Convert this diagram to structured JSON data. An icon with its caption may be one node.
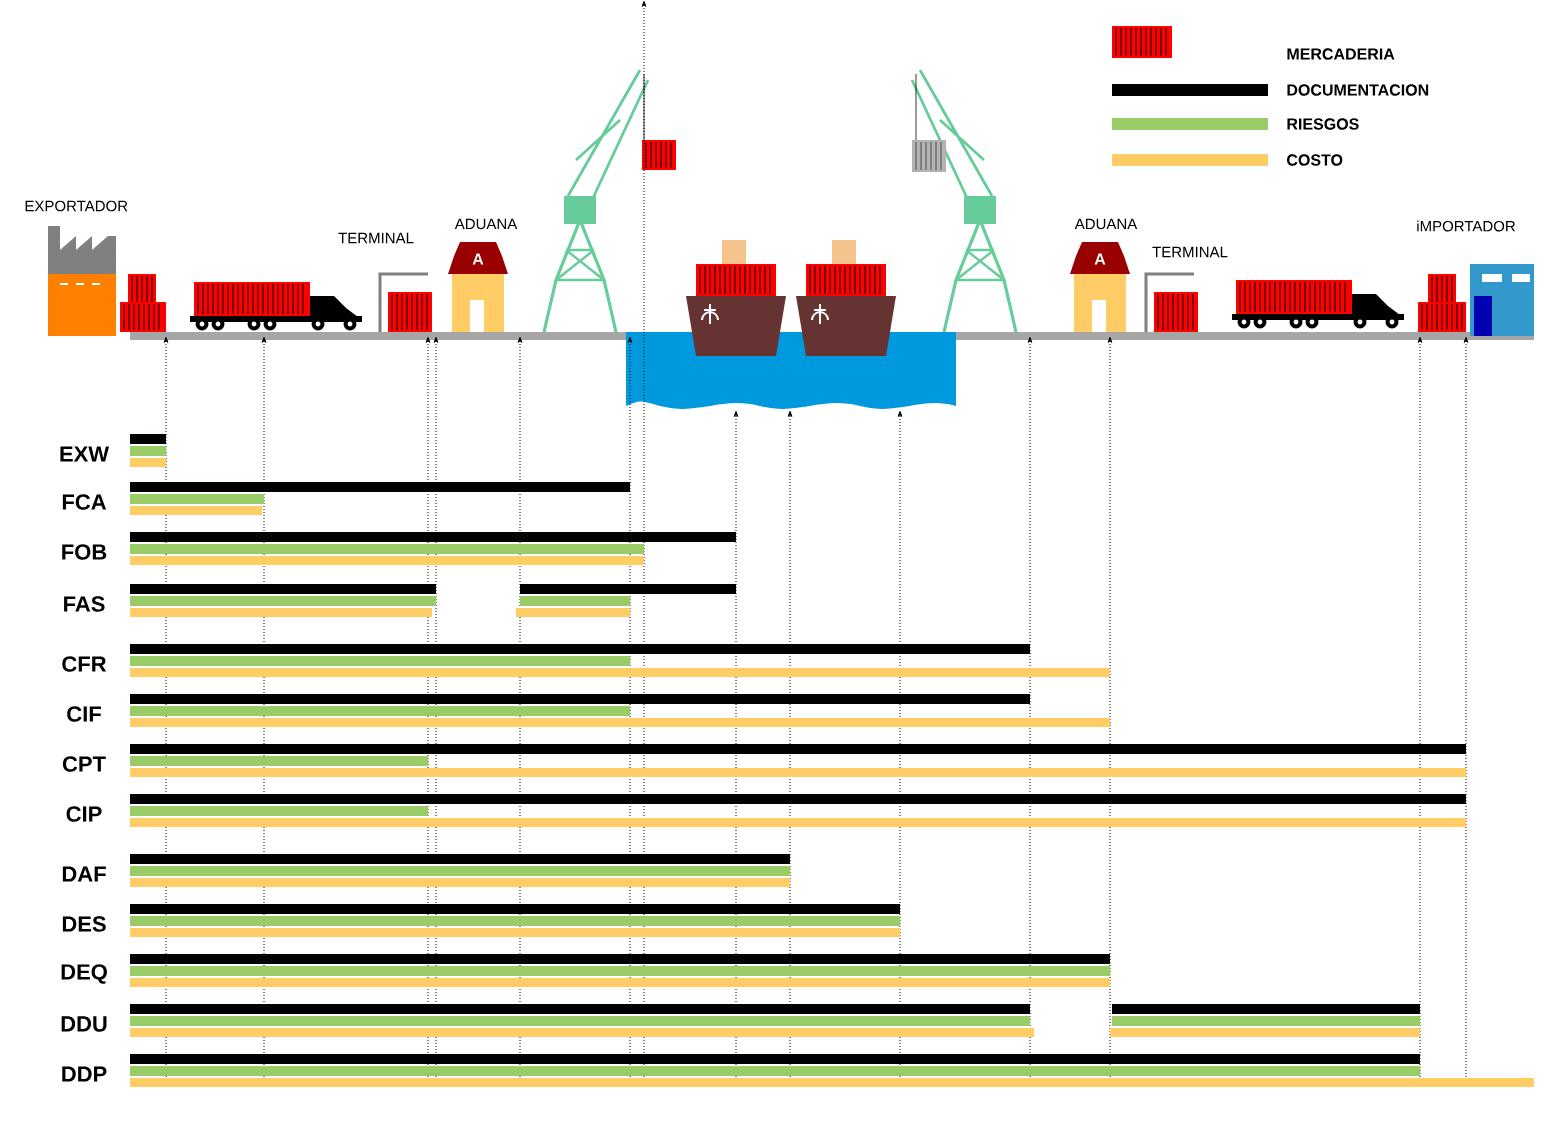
{
  "diagram": {
    "labels": [
      "EXPORTADOR",
      "TERMINAL",
      "ADUANA",
      "A",
      "ADUANA",
      "A",
      "TERMINAL",
      "iMPORTADOR",
      "EXW",
      "FCA",
      "FOB",
      "FAS",
      "CFR",
      "CIF",
      "CPT",
      "CIP",
      "DAF",
      "DES",
      "DEQ",
      "DDU",
      "DDP"
    ],
    "legend": [
      {
        "text": "MERCADERIA"
      },
      {
        "text": "DOCUMENTACION",
        "color": "#000000"
      },
      {
        "text": "RIESGOS",
        "color": "#99cc66"
      },
      {
        "text": "COSTO",
        "color": "#ffcc66"
      }
    ]
  }
}
